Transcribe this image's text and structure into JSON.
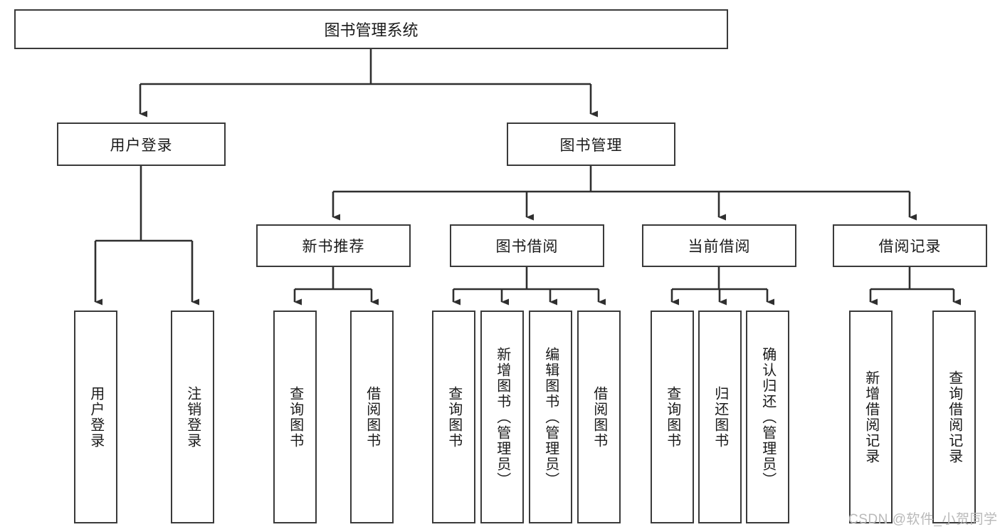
{
  "diagram": {
    "title": "图书管理系统",
    "type": "tree",
    "root": {
      "label": "图书管理系统"
    },
    "level2": [
      {
        "label": "用户登录"
      },
      {
        "label": "图书管理"
      }
    ],
    "level3": [
      {
        "label": "新书推荐"
      },
      {
        "label": "图书借阅"
      },
      {
        "label": "当前借阅"
      },
      {
        "label": "借阅记录"
      }
    ],
    "leaves": {
      "user_login": [
        {
          "label": "用户登录"
        },
        {
          "label": "注销登录"
        }
      ],
      "new_book_recommend": [
        {
          "label": "查询图书"
        },
        {
          "label": "借阅图书"
        }
      ],
      "book_borrow": [
        {
          "label": "查询图书"
        },
        {
          "label": "新增图书（管理员）"
        },
        {
          "label": "编辑图书（管理员）"
        },
        {
          "label": "借阅图书"
        }
      ],
      "current_borrow": [
        {
          "label": "查询图书"
        },
        {
          "label": "归还图书"
        },
        {
          "label": "确认归还（管理员）"
        }
      ],
      "borrow_record": [
        {
          "label": "新增借阅记录"
        },
        {
          "label": "查询借阅记录"
        }
      ]
    }
  },
  "watermark": {
    "text": "CSDN @软件_小贺同学"
  },
  "colors": {
    "stroke": "#3a3a3a",
    "text": "#1a1a1a",
    "background": "#ffffff",
    "watermark": "#b9b9b9"
  }
}
